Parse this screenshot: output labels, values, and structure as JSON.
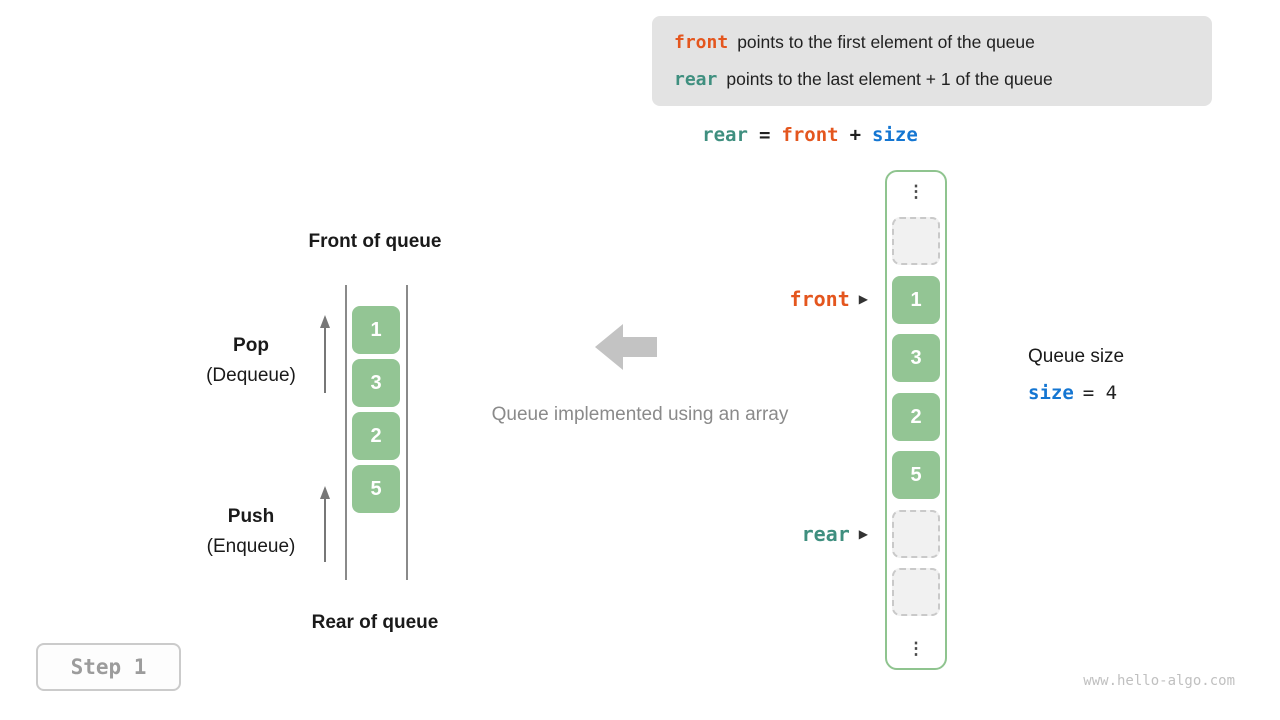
{
  "colors": {
    "front_orange": "#E4561E",
    "rear_teal": "#3F8F7F",
    "size_blue": "#1476D2",
    "cell_green": "#93C594",
    "column_border_green": "#8FC48F",
    "info_box_bg": "#E3E3E3"
  },
  "info_box": {
    "line1": {
      "code": "front",
      "text": "points to the first element of the queue"
    },
    "line2": {
      "code": "rear",
      "text": "points to the last element + 1 of the queue"
    }
  },
  "formula": {
    "rear": "rear",
    "equals": "=",
    "front": "front",
    "plus": "+",
    "size": "size"
  },
  "left_queue": {
    "front_title": "Front of queue",
    "rear_title": "Rear of queue",
    "pop": {
      "label": "Pop",
      "sub": "(Dequeue)"
    },
    "push": {
      "label": "Push",
      "sub": "(Enqueue)"
    },
    "cells": [
      "1",
      "3",
      "2",
      "5"
    ]
  },
  "middle": {
    "caption": "Queue implemented using an array"
  },
  "array_column": {
    "ellipsis": "⋮",
    "cells": [
      {
        "type": "empty",
        "value": ""
      },
      {
        "type": "filled",
        "value": "1"
      },
      {
        "type": "filled",
        "value": "3"
      },
      {
        "type": "filled",
        "value": "2"
      },
      {
        "type": "filled",
        "value": "5"
      },
      {
        "type": "empty",
        "value": ""
      },
      {
        "type": "empty",
        "value": ""
      }
    ],
    "front_pointer": {
      "label": "front",
      "arrow": "▶"
    },
    "rear_pointer": {
      "label": "rear",
      "arrow": "▶"
    }
  },
  "queue_size": {
    "title": "Queue size",
    "code": "size",
    "rest": "= 4"
  },
  "step_badge": "Step 1",
  "watermark": "www.hello-algo.com"
}
